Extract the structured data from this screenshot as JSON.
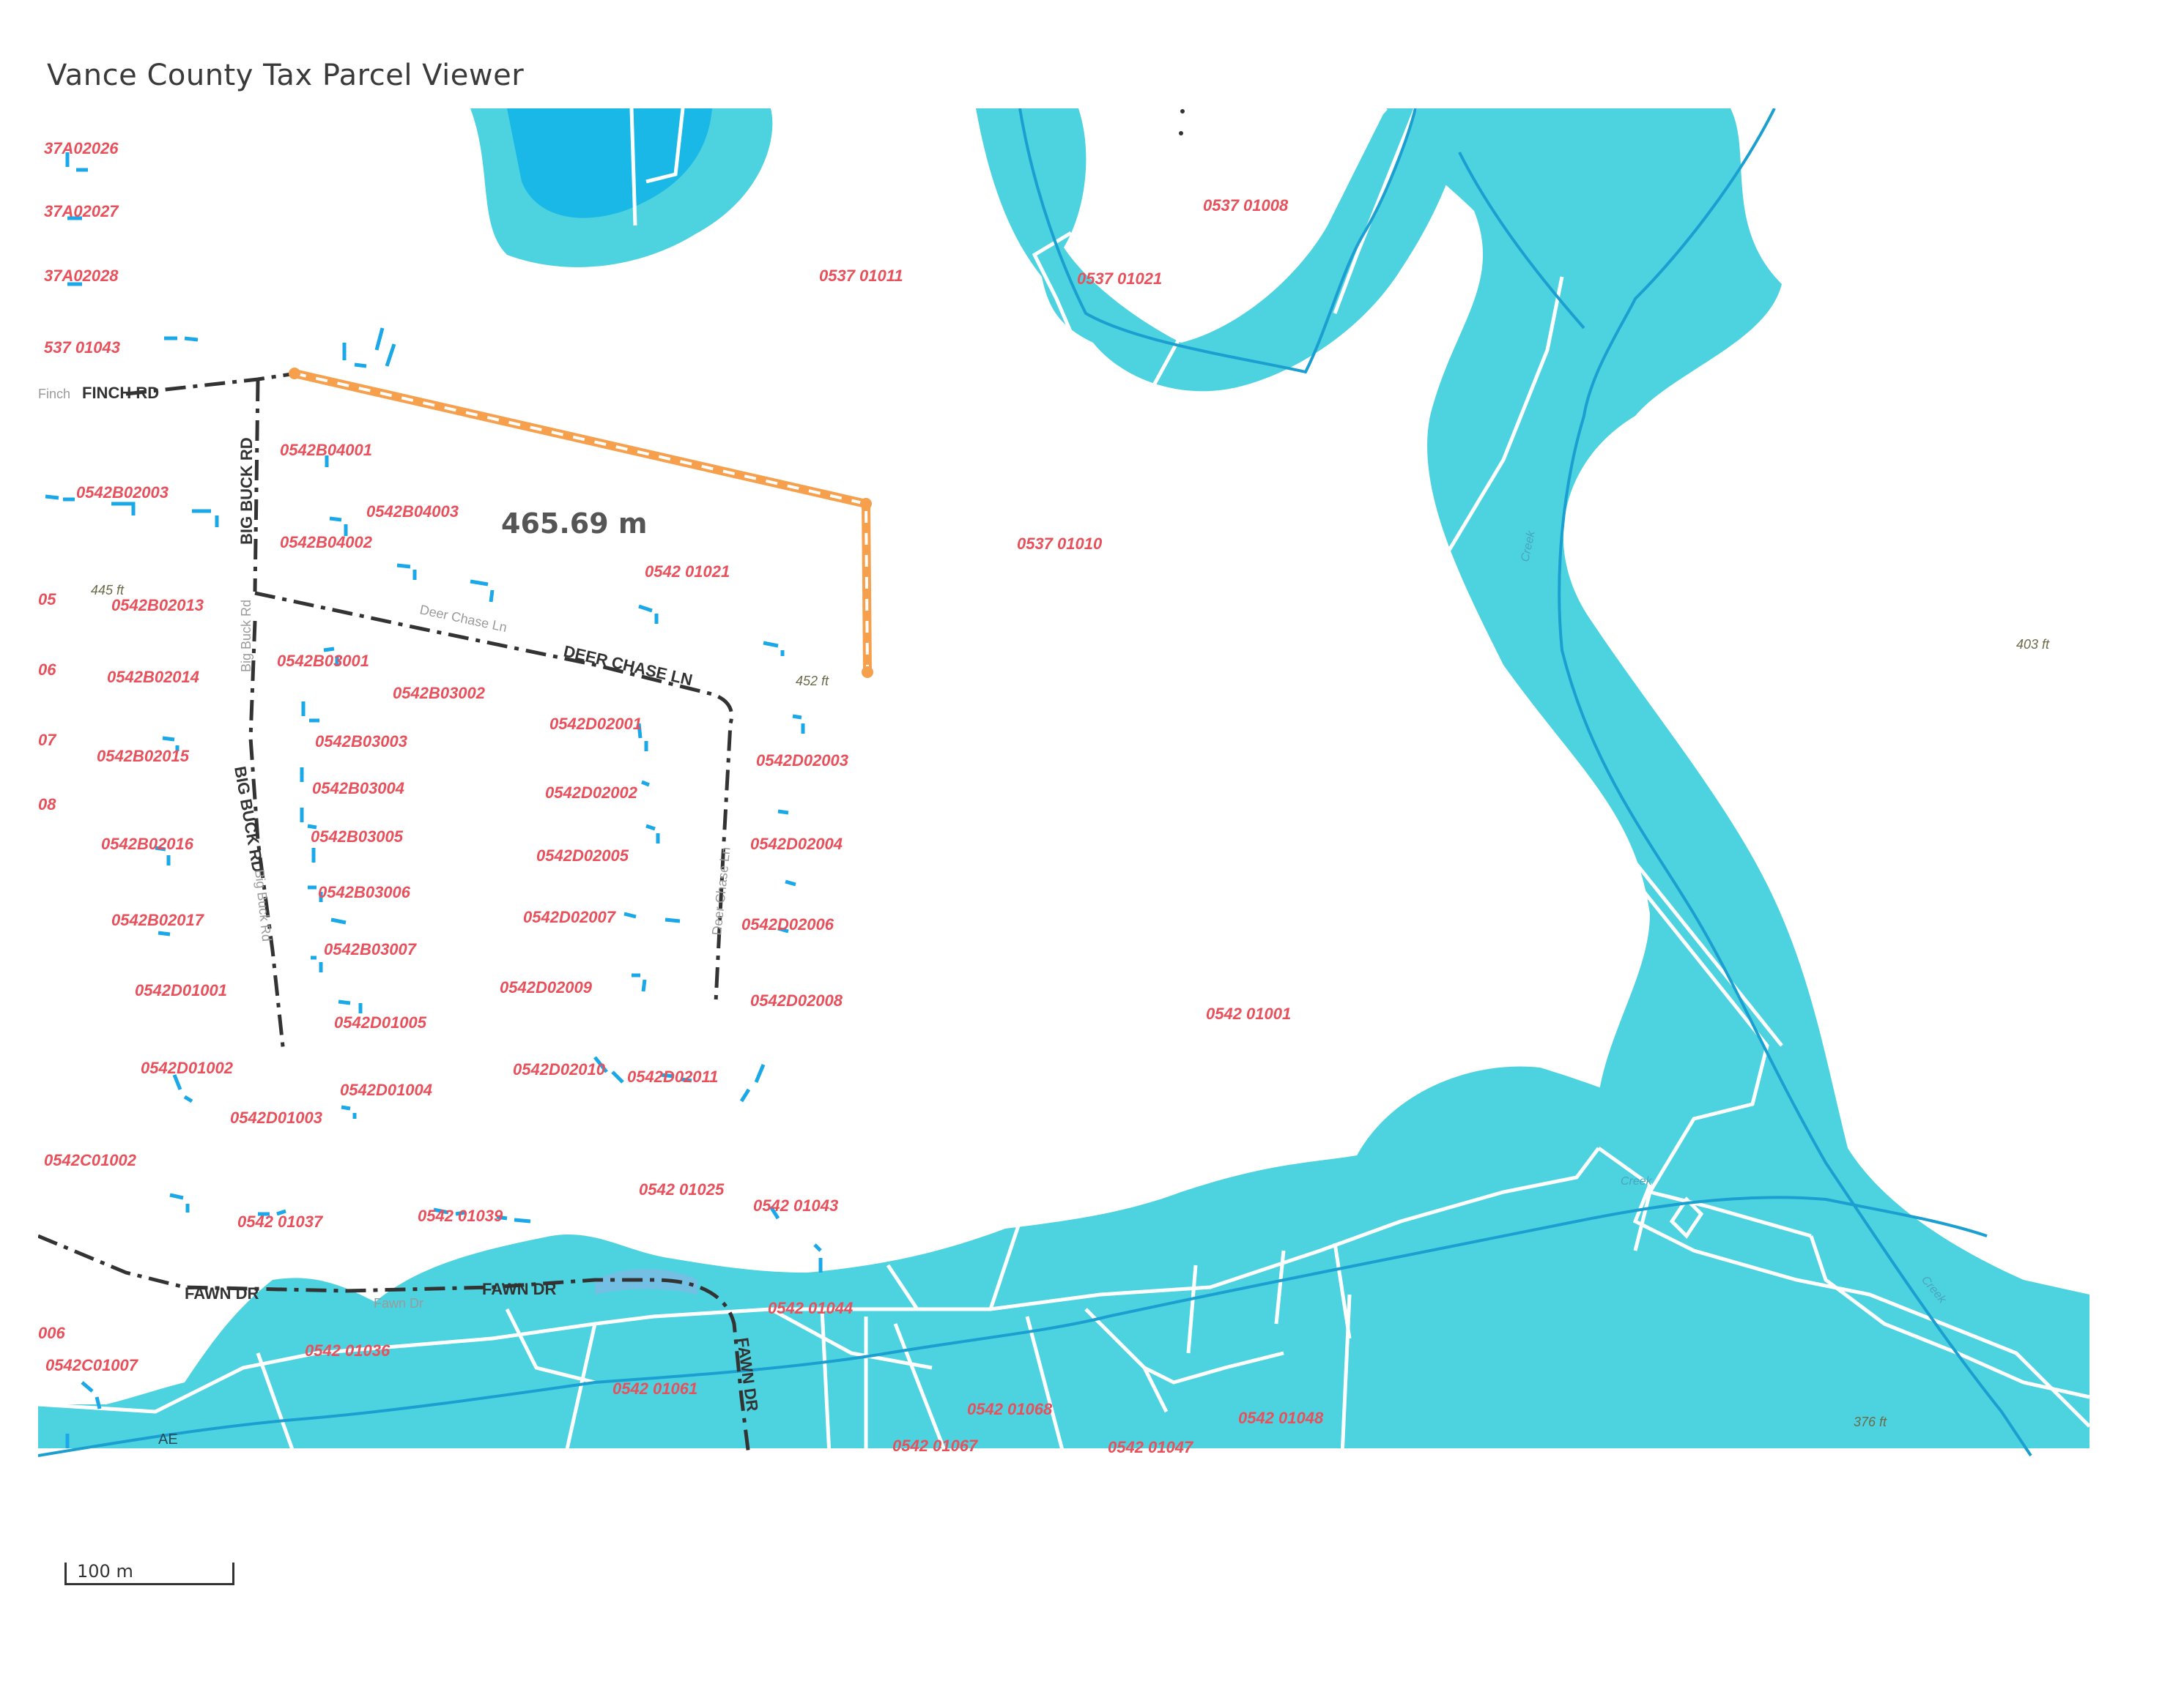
{
  "app": {
    "title": "Vance County Tax Parcel Viewer"
  },
  "scale_bar": {
    "label": "100 m"
  },
  "measurement": {
    "distance_label": "465.69 m",
    "line_color": "#f6a04d"
  },
  "colors": {
    "flood": "#4dd3e0",
    "flood_deep": "#1ab8e6",
    "parcel_label": "#e8505b",
    "parcel_marker": "#1aa8e8",
    "road": "#333333"
  },
  "parcels": [
    {
      "id": "37A02026"
    },
    {
      "id": "37A02027"
    },
    {
      "id": "37A02028"
    },
    {
      "id": "537 01043"
    },
    {
      "id": "0542B02003"
    },
    {
      "id": "0542B02013"
    },
    {
      "id": "0542B02014"
    },
    {
      "id": "0542B02015"
    },
    {
      "id": "0542B02016"
    },
    {
      "id": "0542B02017"
    },
    {
      "id": "0542B04001"
    },
    {
      "id": "0542B04002"
    },
    {
      "id": "0542B04003"
    },
    {
      "id": "0542B03001"
    },
    {
      "id": "0542B03002"
    },
    {
      "id": "0542B03003"
    },
    {
      "id": "0542B03004"
    },
    {
      "id": "0542B03005"
    },
    {
      "id": "0542B03006"
    },
    {
      "id": "0542B03007"
    },
    {
      "id": "0542D01001"
    },
    {
      "id": "0542D01002"
    },
    {
      "id": "0542D01003"
    },
    {
      "id": "0542D01004"
    },
    {
      "id": "0542D01005"
    },
    {
      "id": "0542D02001"
    },
    {
      "id": "0542D02002"
    },
    {
      "id": "0542D02003"
    },
    {
      "id": "0542D02004"
    },
    {
      "id": "0542D02005"
    },
    {
      "id": "0542D02006"
    },
    {
      "id": "0542D02007"
    },
    {
      "id": "0542D02008"
    },
    {
      "id": "0542D02009"
    },
    {
      "id": "0542D02010"
    },
    {
      "id": "0542D02011"
    },
    {
      "id": "0542 01021"
    },
    {
      "id": "0542 01001"
    },
    {
      "id": "0537 01011"
    },
    {
      "id": "0537 01021"
    },
    {
      "id": "0537 01008"
    },
    {
      "id": "0537 01010"
    },
    {
      "id": "0542C01002"
    },
    {
      "id": "0542C01007"
    },
    {
      "id": "0542 01037"
    },
    {
      "id": "0542 01039"
    },
    {
      "id": "0542 01025"
    },
    {
      "id": "0542 01043"
    },
    {
      "id": "0542 01044"
    },
    {
      "id": "0542 01036"
    },
    {
      "id": "0542 01061"
    },
    {
      "id": "0542 01068"
    },
    {
      "id": "0542 01067"
    },
    {
      "id": "0542 01047"
    },
    {
      "id": "0542 01048"
    }
  ],
  "roads": {
    "finch_rd": "FINCH RD",
    "finch_rd_prefix": "Finch",
    "big_buck_rd": "BIG BUCK RD",
    "big_buck_rd_faint": "Big Buck Rd",
    "deer_chase_ln": "DEER CHASE LN",
    "deer_chase_ln_faint": "Deer Chase Ln",
    "fawn_dr": "FAWN DR",
    "fawn_dr_faint": "Fawn Dr"
  },
  "elevations": {
    "e445": "445 ft",
    "e452": "452 ft",
    "e403": "403 ft",
    "e376": "376 ft"
  },
  "creeks": {
    "creek_1": "Creek",
    "creek_2": "Creek",
    "creek_3": "Creek"
  },
  "flood_zone": {
    "label": "AE"
  },
  "edge_labels": {
    "e1": "05",
    "e2": "06",
    "e3": "07",
    "e4": "08",
    "e5": "006"
  }
}
